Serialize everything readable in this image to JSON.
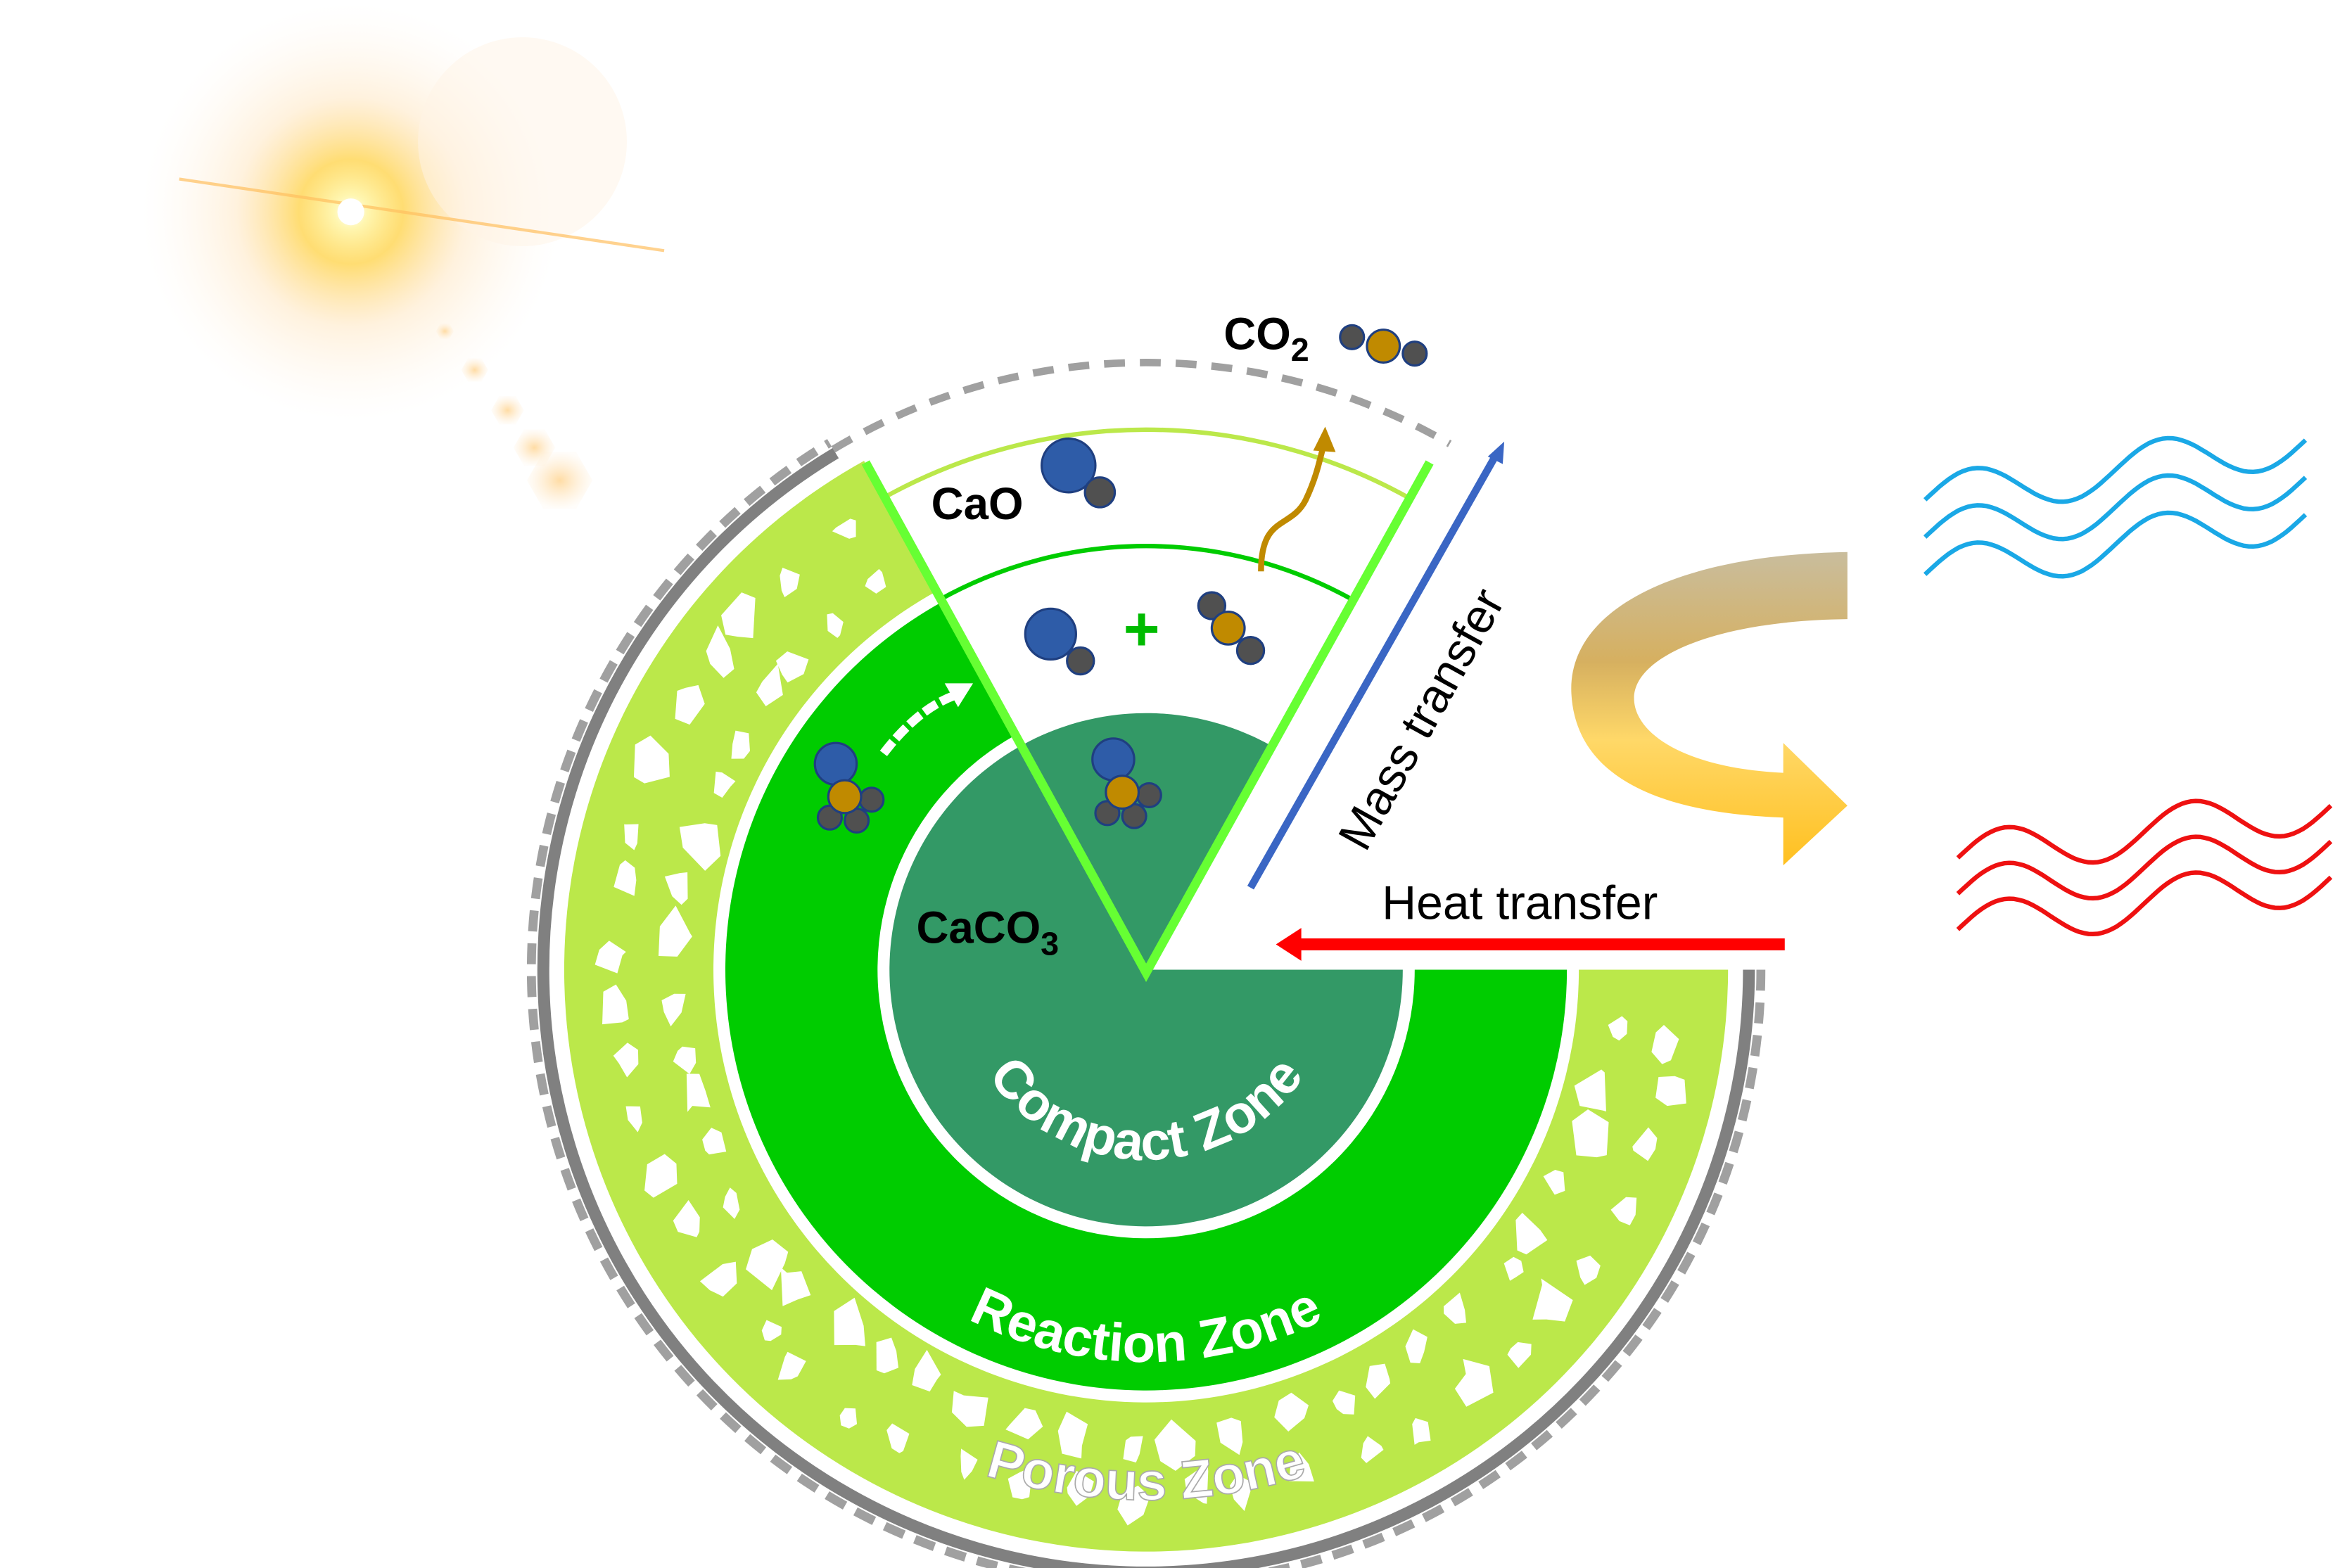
{
  "labels": {
    "co2": "CO",
    "co2_sub": "2",
    "cao": "CaO",
    "caco3": "CaCO",
    "caco3_sub": "3",
    "plus": "+",
    "mass_transfer": "Mass transfer",
    "heat_transfer": "Heat transfer"
  },
  "zones": {
    "compact": "Compact Zone",
    "reaction": "Reaction Zone",
    "porous": "Porous Zone"
  },
  "colors": {
    "compact": "#339966",
    "reaction": "#00cc00",
    "porous": "#bbe84a",
    "wedge_line": "#66ff33",
    "ca_atom": "#2e5ca8",
    "o_atom": "#505050",
    "c_atom": "#c08a00",
    "mass_arrow": "#3a66c4",
    "heat_arrow": "#ff0000",
    "cold_wave": "#1aa8e6",
    "hot_wave": "#ee1111"
  }
}
